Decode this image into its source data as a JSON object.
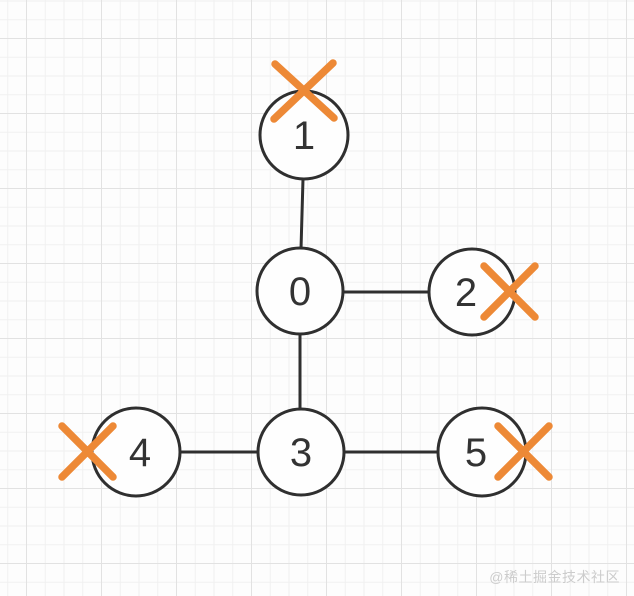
{
  "graph": {
    "type": "tree",
    "nodes": [
      {
        "label": "0",
        "crossed_out": false
      },
      {
        "label": "1",
        "crossed_out": true,
        "cross_position": "top"
      },
      {
        "label": "2",
        "crossed_out": true,
        "cross_position": "right"
      },
      {
        "label": "3",
        "crossed_out": false
      },
      {
        "label": "4",
        "crossed_out": true,
        "cross_position": "left"
      },
      {
        "label": "5",
        "crossed_out": true,
        "cross_position": "right"
      }
    ],
    "edges": [
      {
        "from": "1",
        "to": "0"
      },
      {
        "from": "0",
        "to": "2"
      },
      {
        "from": "0",
        "to": "3"
      },
      {
        "from": "3",
        "to": "4"
      },
      {
        "from": "3",
        "to": "5"
      }
    ]
  },
  "colors": {
    "background": "#fdfdfd",
    "grid_minor": "#f0f0f0",
    "grid_major": "#e2e2e2",
    "node_fill": "#fefefe",
    "node_stroke": "#2f2f2f",
    "edge_stroke": "#2f2f2f",
    "label_text": "#333333",
    "cross_mark": "#ed8936",
    "watermark_text": "#cccccc"
  },
  "watermark": {
    "label": "@稀土掘金技术社区"
  }
}
